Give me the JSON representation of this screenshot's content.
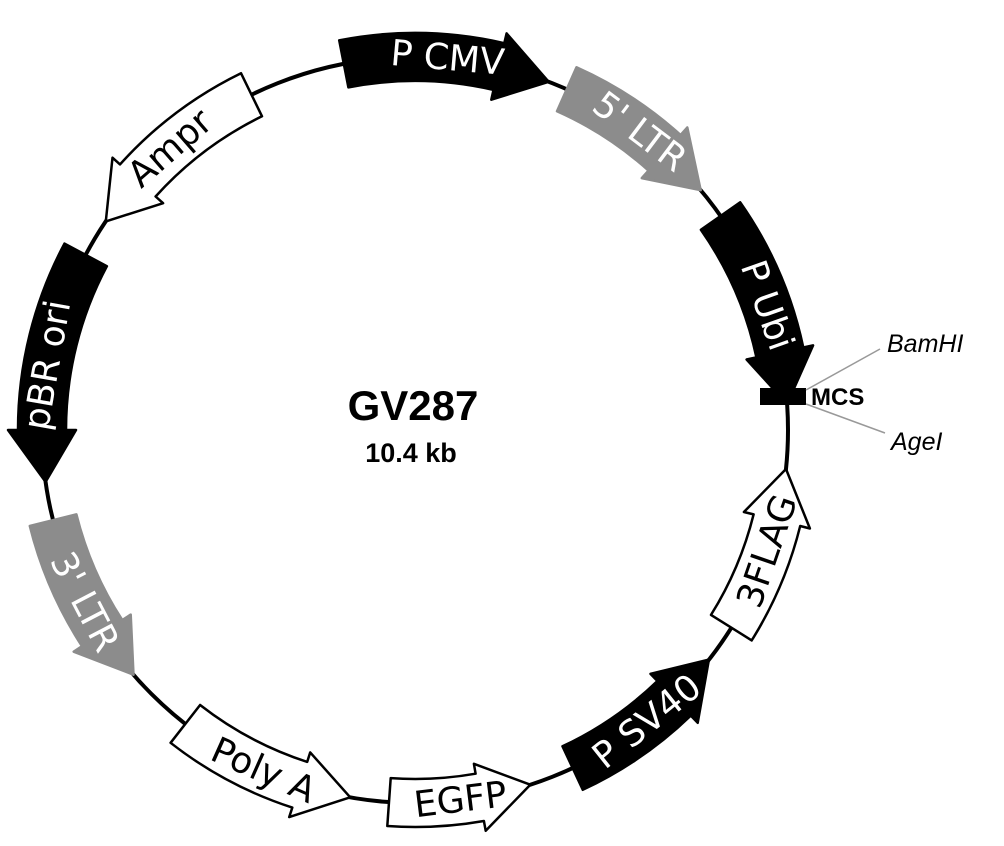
{
  "plasmid": {
    "name": "GV287",
    "size": "10.4 kb"
  },
  "features": [
    {
      "id": "pcmv",
      "label": "P CMV",
      "dir": "cw",
      "color": "#000000",
      "text": "#ffffff"
    },
    {
      "id": "ltr5",
      "label": "5' LTR",
      "dir": "cw",
      "color": "#8c8c8c",
      "text": "#ffffff"
    },
    {
      "id": "pubi",
      "label": "P Ubi",
      "dir": "cw",
      "color": "#000000",
      "text": "#ffffff"
    },
    {
      "id": "flag",
      "label": "3FLAG",
      "dir": "ccw",
      "color": "#ffffff",
      "text": "#000000"
    },
    {
      "id": "psv40",
      "label": "P SV40",
      "dir": "ccw",
      "color": "#000000",
      "text": "#ffffff"
    },
    {
      "id": "egfp",
      "label": "EGFP",
      "dir": "ccw",
      "color": "#ffffff",
      "text": "#000000"
    },
    {
      "id": "polya",
      "label": "Poly A",
      "dir": "ccw",
      "color": "#ffffff",
      "text": "#000000"
    },
    {
      "id": "ltr3",
      "label": "3' LTR",
      "dir": "ccw",
      "color": "#8c8c8c",
      "text": "#ffffff"
    },
    {
      "id": "pbr",
      "label": "pBR ori",
      "dir": "ccw",
      "color": "#000000",
      "text": "#ffffff"
    },
    {
      "id": "amp",
      "label": "Ampr",
      "dir": "ccw",
      "color": "#ffffff",
      "text": "#000000"
    }
  ],
  "mcs": {
    "label": "MCS",
    "sites": [
      "BamHI",
      "AgeI"
    ]
  }
}
